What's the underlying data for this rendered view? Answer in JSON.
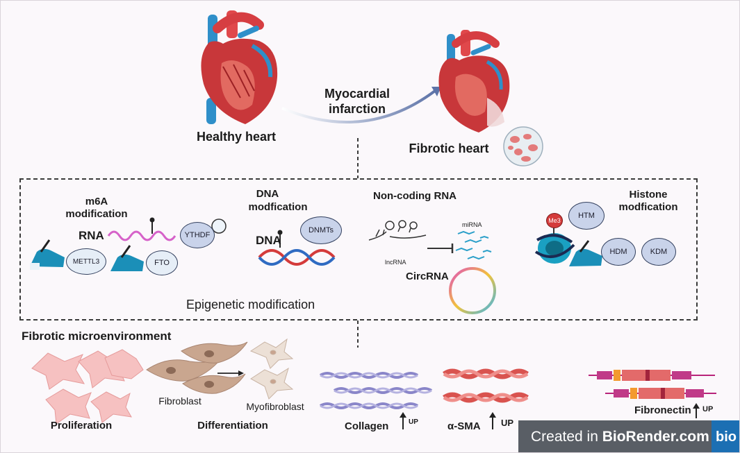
{
  "top": {
    "healthy_heart": "Healthy heart",
    "fibrotic_heart": "Fibrotic heart",
    "transition_line1": "Myocardial",
    "transition_line2": "infarction"
  },
  "epigenetic": {
    "title": "Epigenetic modification",
    "m6a_line1": "m6A",
    "m6a_line2": "modification",
    "rna_label": "RNA",
    "ythdf": "YTHDF",
    "mettl3": "METTL3",
    "fto": "FTO",
    "dna_mod_line1": "DNA",
    "dna_mod_line2": "modfication",
    "dna_label": "DNA",
    "dnmts": "DNMTs",
    "noncoding_title": "Non-coding RNA",
    "mirna": "miRNA",
    "lncrna": "lncRNA",
    "circrna": "CircRNA",
    "histone_line1": "Histone",
    "histone_line2": "modfication",
    "me3": "Me3",
    "htm": "HTM",
    "hdm": "HDM",
    "kdm": "KDM"
  },
  "micro": {
    "title": "Fibrotic microenvironment",
    "proliferation": "Proliferation",
    "fibroblast": "Fibroblast",
    "myofibroblast": "Myofibroblast",
    "differentiation": "Differentiation",
    "collagen": "Collagen",
    "collagen_up": "UP",
    "asma": "α-SMA",
    "asma_up": "UP",
    "fibronectin": "Fibronectin",
    "fibronectin_up": "UP"
  },
  "badge": {
    "created_in": "Created in ",
    "brand": "BioRender.com",
    "logo": "bio"
  },
  "colors": {
    "heart_red": "#c8373a",
    "vessel_blue": "#2f8fc9",
    "collagen_purple": "#8a86c9",
    "sma_red": "#d9534f",
    "fibronectin_magenta": "#b8237a",
    "hand_blue": "#1b8fb8"
  }
}
